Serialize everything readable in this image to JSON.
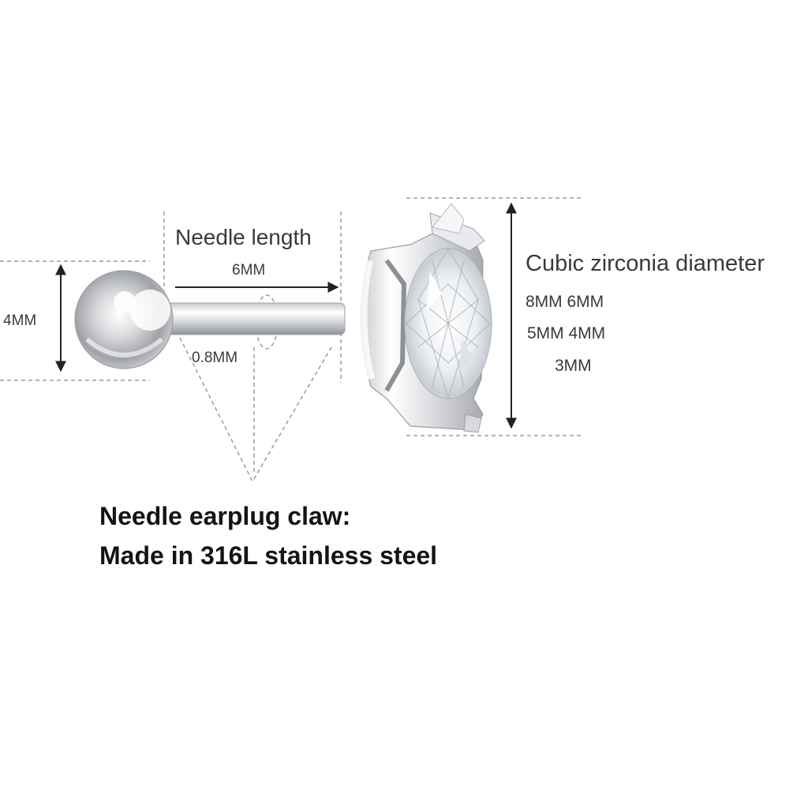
{
  "labels": {
    "ball_size": "4MM",
    "needle_title": "Needle length",
    "needle_length": "6MM",
    "needle_thickness": "0.8MM",
    "zirconia_title": "Cubic zirconia diameter",
    "zirconia_sizes": [
      "8MM  6MM",
      "5MM 4MM",
      "3MM"
    ]
  },
  "caption": {
    "line1": "Needle earplug claw:",
    "line2": "Made in 316L stainless steel"
  },
  "colors": {
    "dim_line": "#9a9a9a",
    "arrow": "#222222",
    "steel_light": "#f4f4f6",
    "steel_dark": "#8c8f96",
    "crystal": "#e9eef3"
  }
}
